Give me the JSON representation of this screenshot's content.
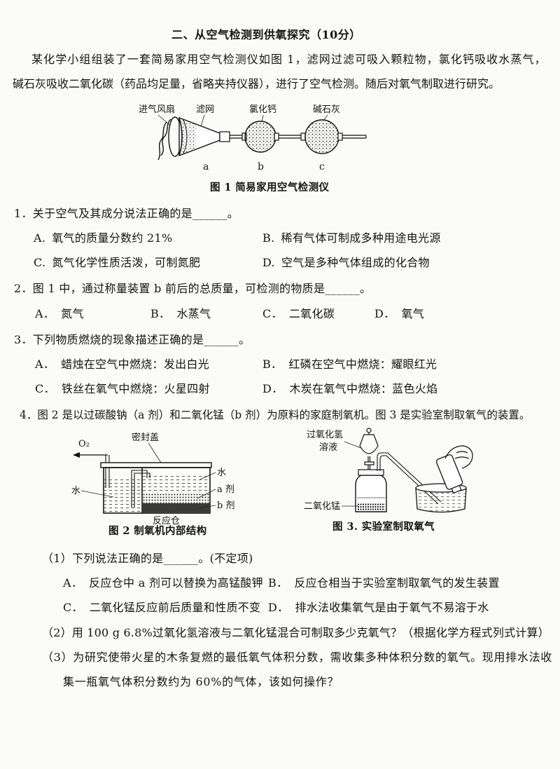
{
  "section": {
    "title": "二、从空气检测到供氧探究（10分）"
  },
  "intro": {
    "lines": [
      "某化学小组组装了一套简易家用空气检测仪如图 1，滤网过滤可吸入颗粒物，氯化钙吸收水蒸气，",
      "碱石灰吸收二氧化碳（药品均足量，省略夹持仪器），进行了空气检测。随后对氧气制取进行研究。"
    ]
  },
  "figure1": {
    "labels": {
      "fan": "进气风扇",
      "filter": "滤网",
      "calcium_chloride": "氯化钙",
      "soda_lime": "碱石灰"
    },
    "letters": [
      "a",
      "b",
      "c"
    ],
    "caption": "图 1 简易家用空气检测仪"
  },
  "q1": {
    "stem": "1．关于空气及其成分说法正确的是______。",
    "options": [
      {
        "key": "A.",
        "text": "氧气的质量分数约 21%"
      },
      {
        "key": "B.",
        "text": "稀有气体可制成多种用途电光源"
      },
      {
        "key": "C.",
        "text": "氮气化学性质活泼，可制氮肥"
      },
      {
        "key": "D.",
        "text": "空气是多种气体组成的化合物"
      }
    ]
  },
  "q2": {
    "stem": "2．图 1 中，通过称量装置 b 前后的总质量，可检测的物质是______。",
    "options": [
      {
        "key": "A．",
        "text": "氮气"
      },
      {
        "key": "B．",
        "text": "水蒸气"
      },
      {
        "key": "C．",
        "text": "二氧化碳"
      },
      {
        "key": "D．",
        "text": "氧气"
      }
    ]
  },
  "q3": {
    "stem": "3．下列物质燃烧的现象描述正确的是______。",
    "options": [
      {
        "key": "A．",
        "text": "蜡烛在空气中燃烧：发出白光"
      },
      {
        "key": "B．",
        "text": "红磷在空气中燃烧：耀眼红光"
      },
      {
        "key": "C．",
        "text": "铁丝在氧气中燃烧：火星四射"
      },
      {
        "key": "D．",
        "text": "木炭在氧气中燃烧：蓝色火焰"
      }
    ]
  },
  "q4": {
    "stem": "4．图 2 是以过碳酸钠（a 剂）和二氧化锰（b 剂）为原料的家庭制氧机。图 3 是实验室制取氧气的装置。",
    "figure2": {
      "labels": {
        "outlet": "O₂",
        "lid": "密封盖",
        "water_humidifier": "水",
        "water_reactor": "水",
        "agent_a": "a 剂",
        "agent_b": "b 剂",
        "reactor": "反应仓"
      },
      "caption": "图 2 制氧机内部结构"
    },
    "figure3": {
      "labels": {
        "hydrogen_peroxide": [
          "过氧化氢",
          "溶液"
        ],
        "manganese_dioxide": "二氧化锰"
      },
      "caption": "图 3. 实验室制取氧气"
    },
    "part1": {
      "label": "（1）",
      "stem": "下列说法正确的是______。(不定项)",
      "options": [
        {
          "key": "A．",
          "text": "反应仓中 a 剂可以替换为高锰酸钾"
        },
        {
          "key": "B．",
          "text": "反应仓相当于实验室制取氧气的发生装置"
        },
        {
          "key": "C．",
          "text": "二氧化锰反应前后质量和性质不变"
        },
        {
          "key": "D．",
          "text": "排水法收集氧气是由于氧气不易溶于水"
        }
      ]
    },
    "part2": {
      "label": "（2）",
      "text": "用 100 g 6.8%过氧化氢溶液与二氧化锰混合可制取多少克氧气？（根据化学方程式列式计算）"
    },
    "part3": {
      "label": "（3）",
      "lines": [
        "为研究使带火星的木条复燃的最低氧气体积分数，需收集多种体积分数的氧气。现用排水法收",
        "集一瓶氧气体积分数约为 60%的气体，该如何操作？"
      ]
    }
  }
}
